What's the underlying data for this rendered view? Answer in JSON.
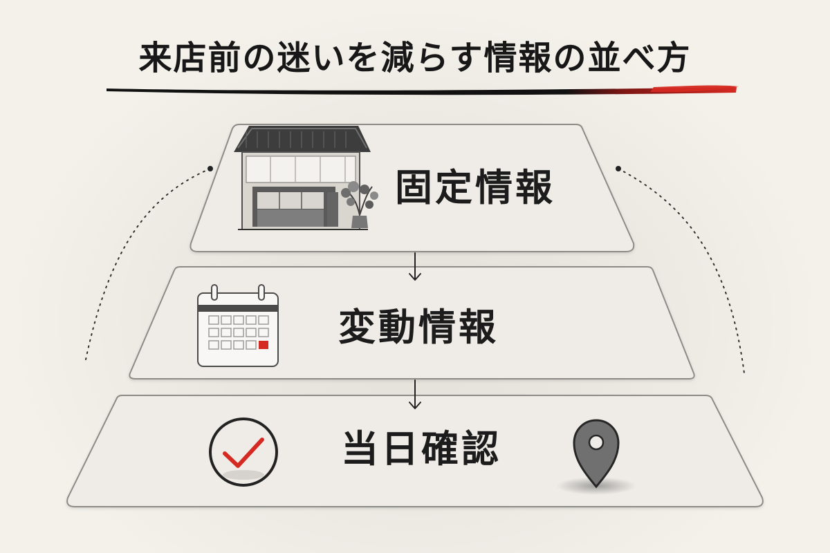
{
  "title": "来店前の迷いを減らす情報の並べ方",
  "tiers": [
    {
      "label": "固定情報",
      "icon": "storefront-icon"
    },
    {
      "label": "変動情報",
      "icon": "calendar-icon"
    },
    {
      "label": "当日確認",
      "icons": [
        "checkmark-icon",
        "location-pin-icon"
      ]
    }
  ],
  "colors": {
    "background": "#f4f1eb",
    "panel": "#efece7",
    "ink": "#1c1c1c",
    "accent_red": "#d42a22"
  }
}
